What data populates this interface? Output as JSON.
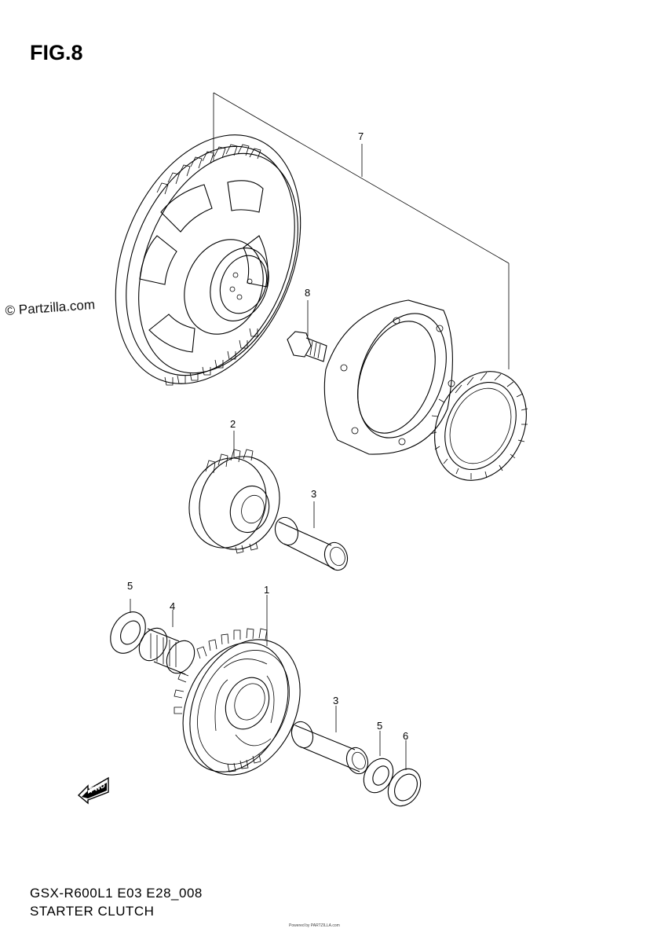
{
  "figure_title": "FIG.8",
  "watermark": "© Partzilla.com",
  "diagram_code": "GSX-R600L1 E03 E28_008",
  "section_title": "STARTER CLUTCH",
  "fine_print": "Powered by PARTZILLA.com",
  "fwd_label": "FWD",
  "callouts": {
    "c7": "7",
    "c8": "8",
    "c2": "2",
    "c3a": "3",
    "c5a": "5",
    "c4": "4",
    "c1": "1",
    "c3b": "3",
    "c5b": "5",
    "c6": "6"
  }
}
